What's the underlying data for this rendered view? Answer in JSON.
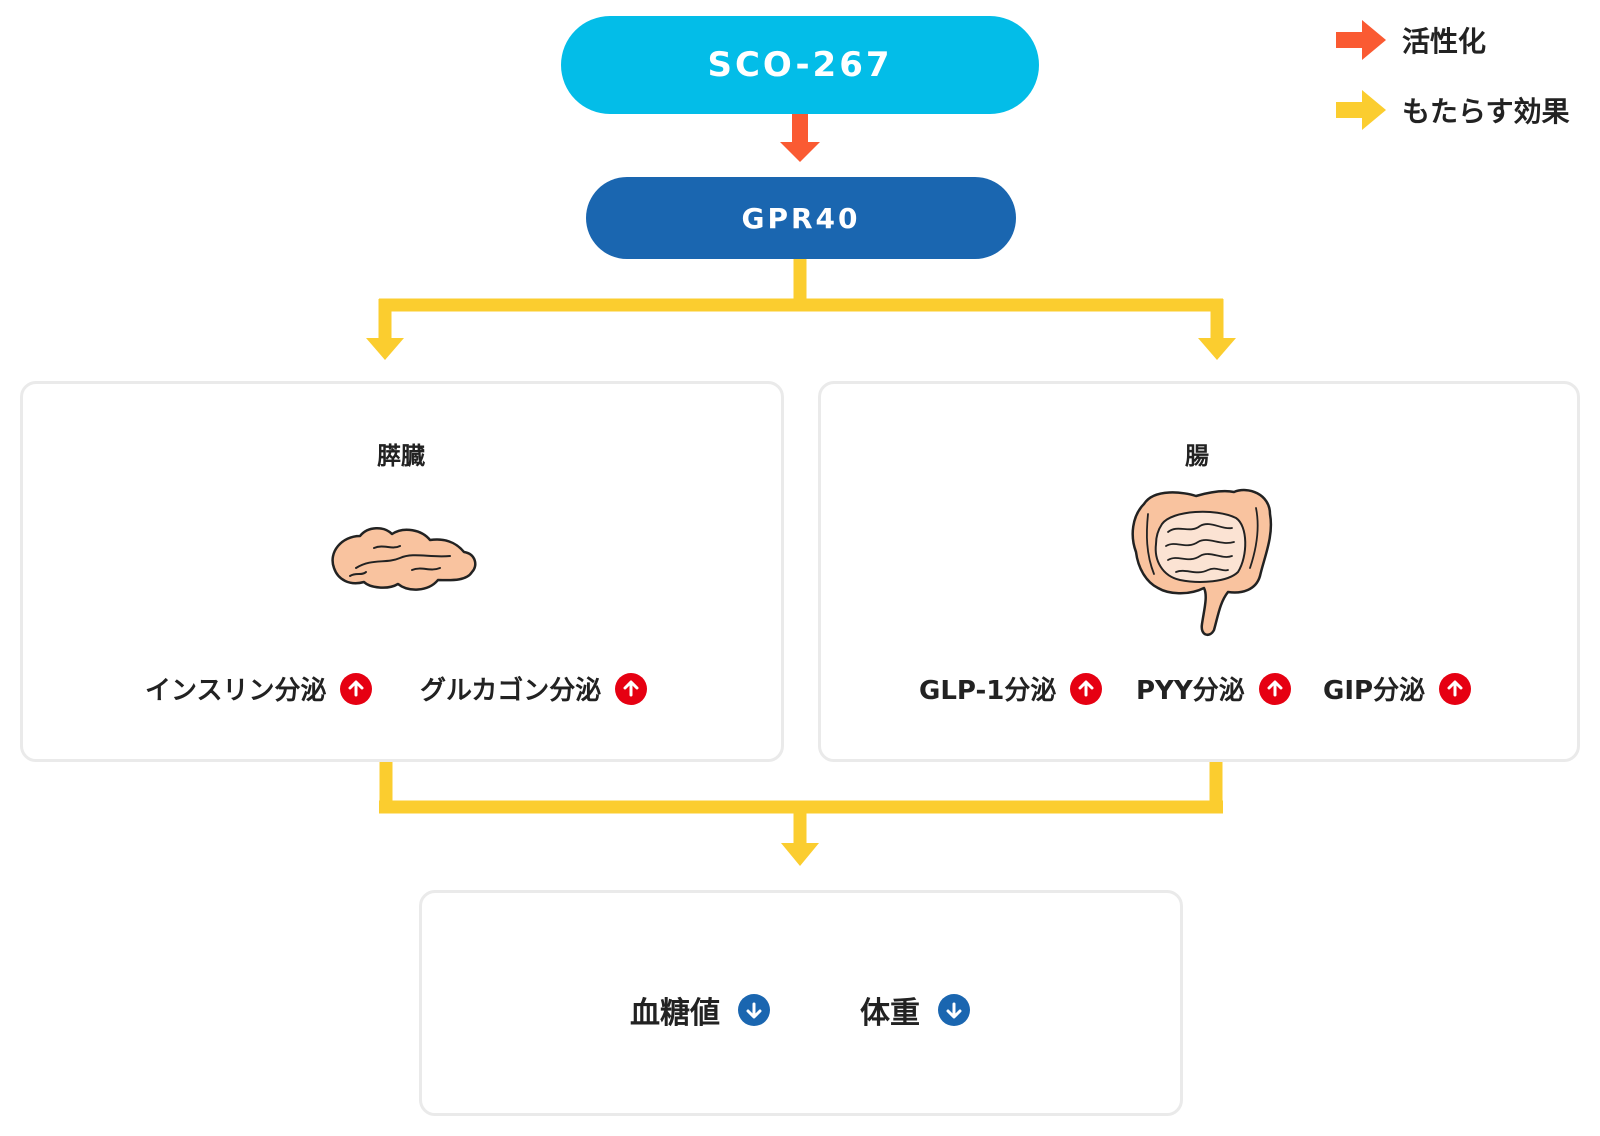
{
  "colors": {
    "activate_arrow": "#fa5a32",
    "effect_arrow": "#fbcd2f",
    "top_pill": "#03bde8",
    "receptor_pill": "#1a66b0",
    "increase_badge": "#e60012",
    "decrease_badge": "#1a66b0",
    "organ_fill": "#f9c39f",
    "card_border": "#eaeaea"
  },
  "legend": [
    {
      "label": "活性化",
      "arrow": "arrow-right-icon",
      "color": "#fa5a32"
    },
    {
      "label": "もたらす効果",
      "arrow": "arrow-right-icon",
      "color": "#fbcd2f"
    }
  ],
  "nodes": {
    "drug": "SCO-267",
    "receptor": "GPR40"
  },
  "pancreas": {
    "title": "膵臓",
    "icon": "pancreas-icon",
    "items": [
      {
        "label": "インスリン分泌",
        "trend": "up",
        "icon": "arrow-up-circle-icon"
      },
      {
        "label": "グルカゴン分泌",
        "trend": "up",
        "icon": "arrow-up-circle-icon"
      }
    ]
  },
  "intestine": {
    "title": "腸",
    "icon": "intestine-icon",
    "items": [
      {
        "label": "GLP-1分泌",
        "trend": "up",
        "icon": "arrow-up-circle-icon"
      },
      {
        "label": "PYY分泌",
        "trend": "up",
        "icon": "arrow-up-circle-icon"
      },
      {
        "label": "GIP分泌",
        "trend": "up",
        "icon": "arrow-up-circle-icon"
      }
    ]
  },
  "outcome": {
    "items": [
      {
        "label": "血糖値",
        "trend": "down",
        "icon": "arrow-down-circle-icon"
      },
      {
        "label": "体重",
        "trend": "down",
        "icon": "arrow-down-circle-icon"
      }
    ]
  }
}
